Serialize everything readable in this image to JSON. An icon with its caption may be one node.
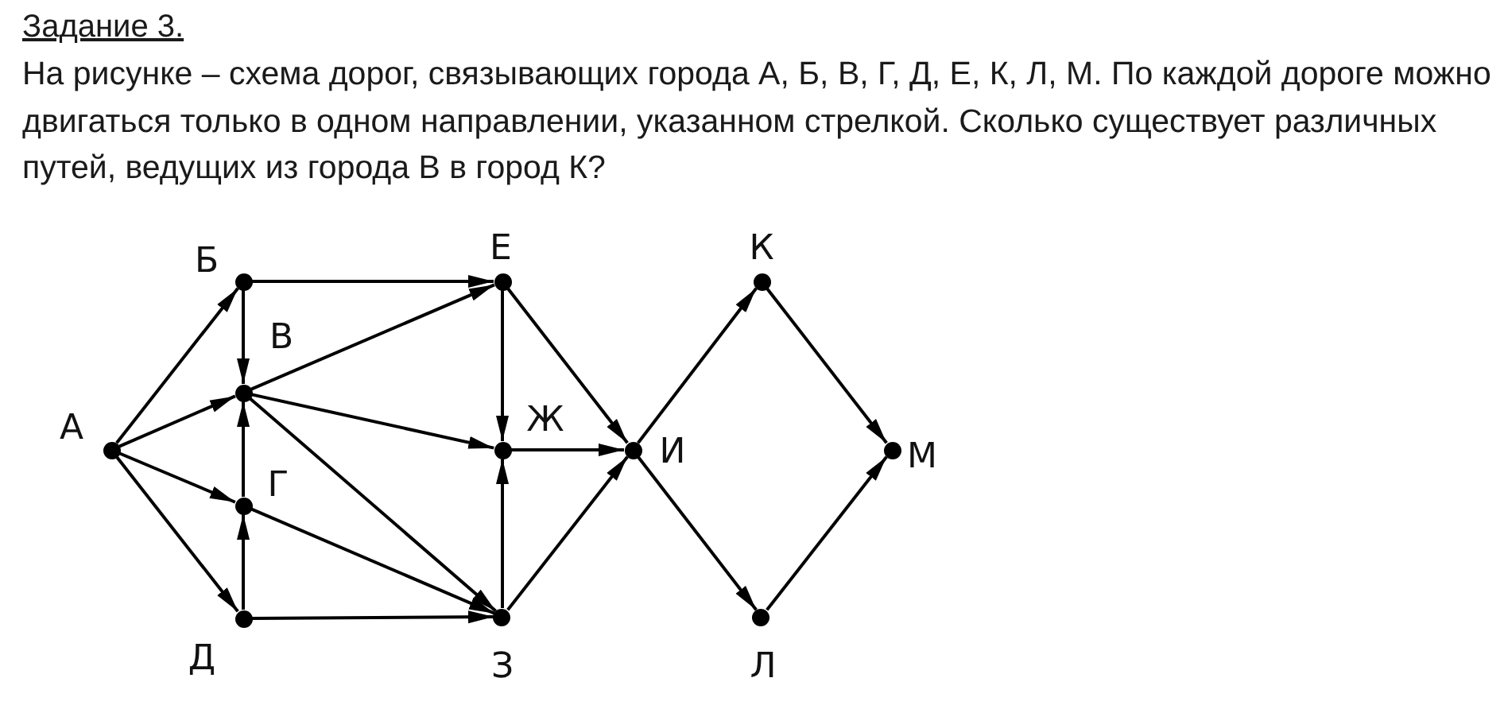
{
  "diagram": {
    "title": "Задание 3.",
    "nodes": [
      {
        "text": [
          "А"
        ]
      },
      {
        "text": [
          "Б"
        ]
      },
      {
        "text": [
          "В"
        ]
      },
      {
        "text": [
          "Г"
        ]
      },
      {
        "text": [
          "Д"
        ]
      },
      {
        "text": [
          "Е"
        ]
      },
      {
        "text": [
          "Ж"
        ]
      },
      {
        "text": [
          "З"
        ]
      },
      {
        "text": [
          "И"
        ]
      },
      {
        "text": [
          "К"
        ]
      },
      {
        "text": [
          "Л"
        ]
      },
      {
        "text": [
          "М"
        ]
      }
    ],
    "edges": [
      {
        "from": 0,
        "to": 1,
        "arrow": "to"
      },
      {
        "from": 0,
        "to": 2,
        "arrow": "to"
      },
      {
        "from": 0,
        "to": 3,
        "arrow": "to"
      },
      {
        "from": 0,
        "to": 4,
        "arrow": "to"
      },
      {
        "from": 1,
        "to": 5,
        "arrow": "to"
      },
      {
        "from": 1,
        "to": 2,
        "arrow": "to"
      },
      {
        "from": 2,
        "to": 5,
        "arrow": "to"
      },
      {
        "from": 2,
        "to": 6,
        "arrow": "to"
      },
      {
        "from": 2,
        "to": 7,
        "arrow": "to"
      },
      {
        "from": 3,
        "to": 2,
        "arrow": "to"
      },
      {
        "from": 3,
        "to": 7,
        "arrow": "to"
      },
      {
        "from": 4,
        "to": 3,
        "arrow": "to"
      },
      {
        "from": 4,
        "to": 7,
        "arrow": "to"
      },
      {
        "from": 5,
        "to": 6,
        "arrow": "to"
      },
      {
        "from": 5,
        "to": 8,
        "arrow": "to"
      },
      {
        "from": 6,
        "to": 8,
        "arrow": "to"
      },
      {
        "from": 7,
        "to": 6,
        "arrow": "to"
      },
      {
        "from": 7,
        "to": 8,
        "arrow": "to"
      },
      {
        "from": 8,
        "to": 9,
        "arrow": "to"
      },
      {
        "from": 8,
        "to": 10,
        "arrow": "to"
      },
      {
        "from": 9,
        "to": 11,
        "arrow": "to"
      },
      {
        "from": 10,
        "to": 11,
        "arrow": "to"
      }
    ],
    "labels": [
      "На рисунке – схема дорог, связывающих города А, Б, В, Г, Д, Е, К, Л, М. По каждой дороге можно двигаться только в одном направлении, указанном стрелкой. Сколько существует различных путей, ведущих из города В в город К?"
    ]
  }
}
